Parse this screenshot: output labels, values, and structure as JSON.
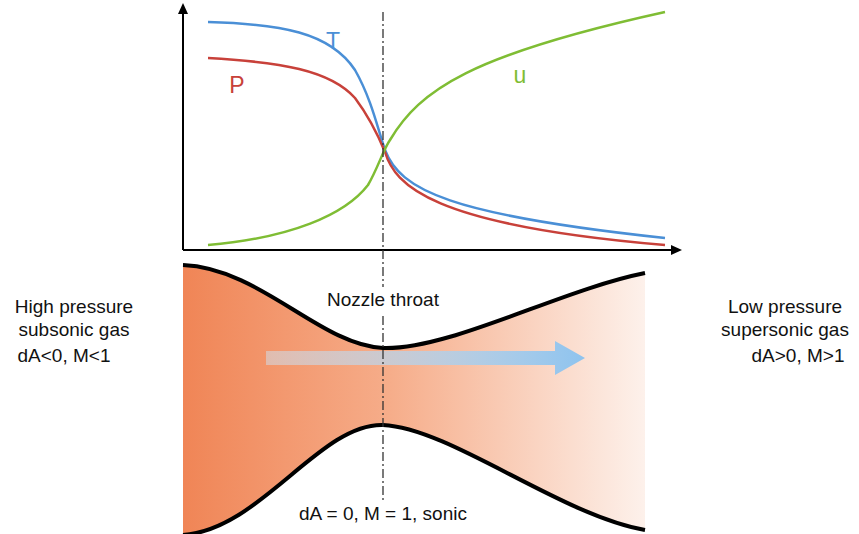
{
  "diagram": {
    "labels": [
      "T",
      "P",
      "u",
      "Nozzle throat",
      "High pressure subsonic gas",
      "dA<0, M<1",
      "Low pressure supersonic gas",
      "dA>0, M>1",
      "dA = 0, M = 1, sonic"
    ]
  }
}
